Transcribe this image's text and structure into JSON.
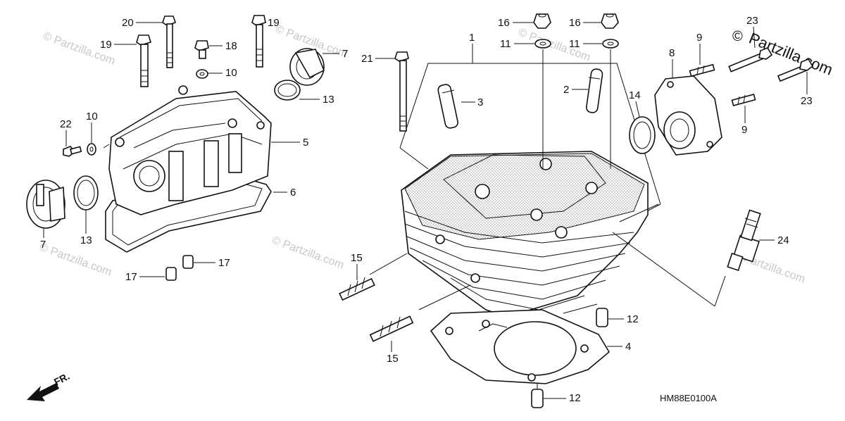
{
  "diagram": {
    "drawing_code": "HM88E0100A",
    "direction_label": "FR.",
    "watermark_text": "© Partzilla.com",
    "watermark_copyright": "©",
    "watermark_brand": "Partzilla.com",
    "callouts": [
      "1",
      "2",
      "3",
      "4",
      "5",
      "6",
      "7",
      "7",
      "8",
      "9",
      "9",
      "10",
      "10",
      "11",
      "11",
      "12",
      "12",
      "13",
      "13",
      "14",
      "15",
      "15",
      "16",
      "16",
      "17",
      "17",
      "18",
      "19",
      "19",
      "20",
      "21",
      "22",
      "23",
      "23",
      "24"
    ],
    "colors": {
      "line": "#111111",
      "watermark": "#c8c8c8",
      "background": "#ffffff",
      "stipple": "#888888"
    }
  }
}
